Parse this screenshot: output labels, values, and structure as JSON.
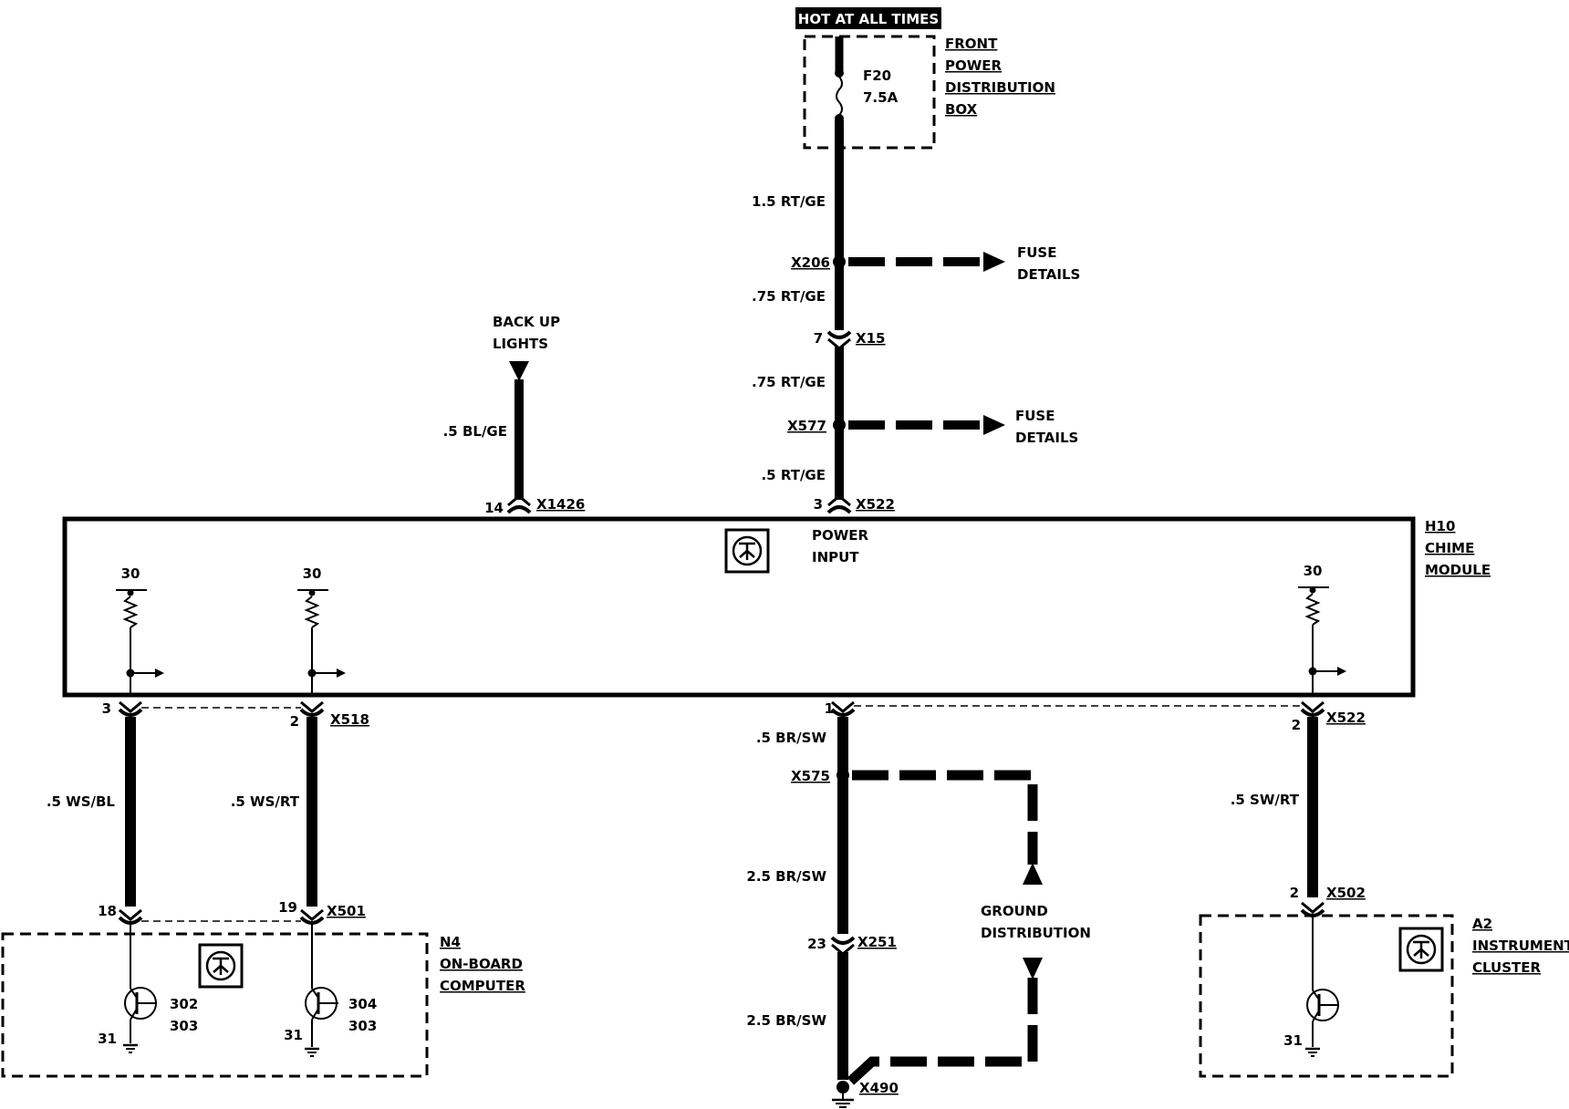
{
  "header": {
    "hot_at_all_times": "HOT AT ALL TIMES"
  },
  "fuse_box": {
    "line1": "FRONT",
    "line2": "POWER",
    "line3": "DISTRIBUTION",
    "line4": "BOX",
    "fuse_id": "F20",
    "fuse_rating": "7.5A"
  },
  "power_feed": {
    "wire1": "1.5  RT/GE",
    "splice1": "X206",
    "wire2": ".75  RT/GE",
    "conn_pin": "7",
    "conn": "X15",
    "wire3": ".75  RT/GE",
    "splice2": "X577",
    "wire4": ".5  RT/GE",
    "fuse_details1_l1": "FUSE",
    "fuse_details1_l2": "DETAILS",
    "fuse_details2_l1": "FUSE",
    "fuse_details2_l2": "DETAILS"
  },
  "backup": {
    "line1": "BACK UP",
    "line2": "LIGHTS",
    "wire": ".5 BL/GE",
    "pin": "14",
    "conn": "X1426"
  },
  "chime_module": {
    "id": "H10",
    "line2": "CHIME",
    "line3": "MODULE",
    "power_pin": "3",
    "power_conn": "X522",
    "power_label1": "POWER",
    "power_label2": "INPUT",
    "term_a": "30",
    "term_b": "30",
    "term_c": "30"
  },
  "lower_left": {
    "pin_a": "3",
    "pin_b": "2",
    "conn_top": "X518",
    "wire_a": ".5  WS/BL",
    "wire_b": ".5  WS/RT",
    "pin_c": "18",
    "pin_d": "19",
    "conn_bottom": "X501"
  },
  "onboard_computer": {
    "id": "N4",
    "line2": "ON-BOARD",
    "line3": "COMPUTER",
    "t1a": "302",
    "t1b": "303",
    "t2a": "304",
    "t2b": "303",
    "gnd_a": "31",
    "gnd_b": "31"
  },
  "ground": {
    "pin": "1",
    "wire1": ".5  BR/SW",
    "splice": "X575",
    "wire2": "2.5  BR/SW",
    "conn_pin": "23",
    "conn": "X251",
    "wire3": "2.5  BR/SW",
    "ground_point": "X490",
    "dist_l1": "GROUND",
    "dist_l2": "DISTRIBUTION"
  },
  "lower_right": {
    "pin_top": "2",
    "conn_top": "X522",
    "wire": ".5  SW/RT",
    "pin_bottom": "2",
    "conn_bottom": "X502"
  },
  "instrument_cluster": {
    "id": "A2",
    "line2": "INSTRUMENT",
    "line3": "CLUSTER",
    "gnd": "31"
  }
}
